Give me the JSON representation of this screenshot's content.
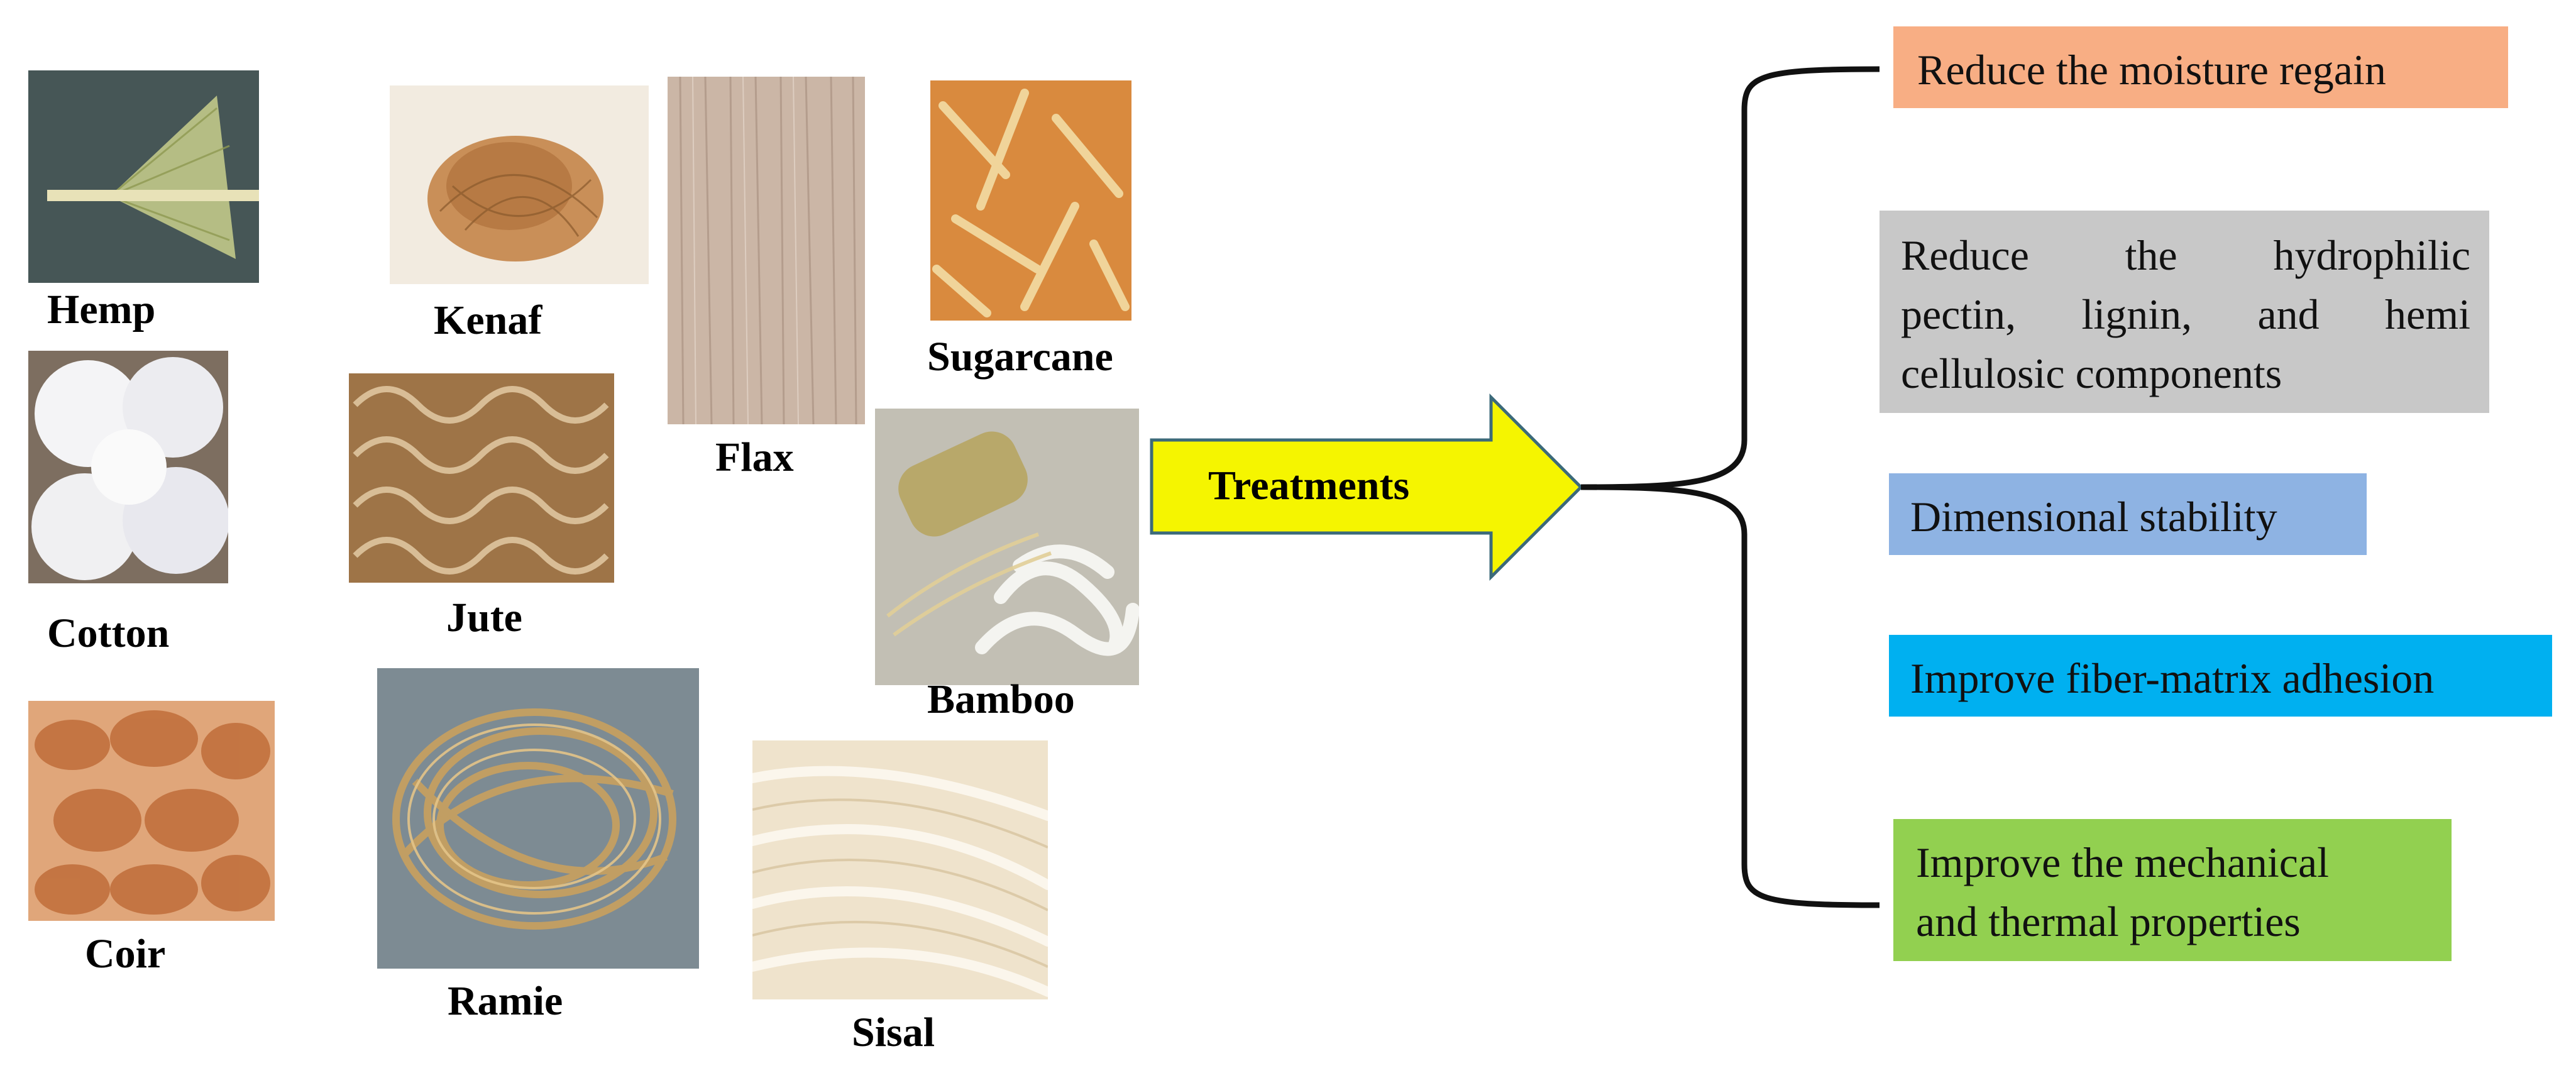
{
  "fibers": [
    {
      "name": "Hemp"
    },
    {
      "name": "Kenaf"
    },
    {
      "name": "Flax"
    },
    {
      "name": "Sugarcane"
    },
    {
      "name": "Cotton"
    },
    {
      "name": "Jute"
    },
    {
      "name": "Bamboo"
    },
    {
      "name": "Coir"
    },
    {
      "name": "Ramie"
    },
    {
      "name": "Sisal"
    }
  ],
  "arrow": {
    "label": "Treatments",
    "fill": "#f5f500",
    "stroke": "#3c6a7a"
  },
  "outcomes": [
    {
      "text": "Reduce the moisture regain",
      "color": "#f8ae84"
    },
    {
      "line1": "Reduce the hydrophilic",
      "line2": "pectin, lignin, and hemi",
      "line3": "cellulosic components",
      "color": "#c8c8c8"
    },
    {
      "text": "Dimensional stability",
      "color": "#8eb3e3"
    },
    {
      "text": "Improve fiber-matrix adhesion",
      "color": "#00b0f0"
    },
    {
      "line1": "Improve the mechanical",
      "line2": "and thermal properties",
      "color": "#92d050"
    }
  ]
}
